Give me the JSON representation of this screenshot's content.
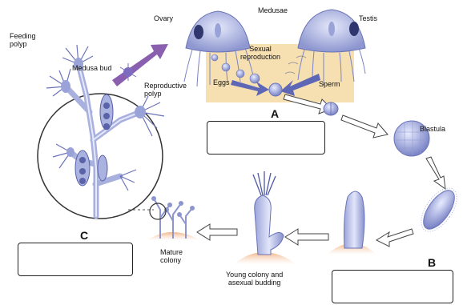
{
  "labels": {
    "feeding_polyp": "Feeding\npolyp",
    "medusa_bud": "Medusa bud",
    "reproductive_polyp": "Reproductive\npolyp",
    "ovary": "Ovary",
    "medusae": "Medusae",
    "testis": "Testis",
    "sexual_reproduction": "Sexual\nreproduction",
    "eggs": "Eggs",
    "sperm": "Sperm",
    "blastula": "Blastula",
    "mature_colony": "Mature\ncolony",
    "young_colony": "Young colony and\nasexual budding"
  },
  "answer_boxes": {
    "a": {
      "letter": "A",
      "value": ""
    },
    "b": {
      "letter": "B",
      "value": ""
    },
    "c": {
      "letter": "C",
      "value": ""
    }
  },
  "colors": {
    "tissue": "#b8c0e6",
    "tissue_dark": "#6b74b8",
    "purple_arrow": "#8b5fb0",
    "sexual_bg": "#f6dfb0",
    "substrate": "#e8a070"
  }
}
